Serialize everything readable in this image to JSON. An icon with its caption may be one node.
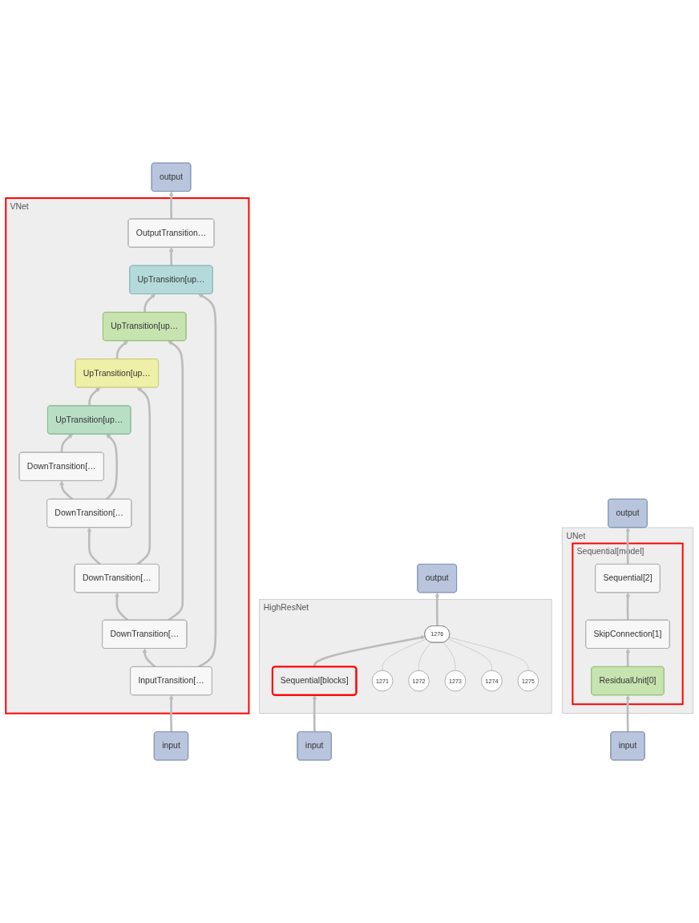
{
  "diagram": {
    "nodes": [
      {
        "text": [
          "output"
        ]
      },
      {
        "text": [
          "UNet"
        ]
      },
      {
        "text": [
          "Sequential[model]"
        ],
        "in": 1
      },
      {
        "text": [
          "Sequential[2]"
        ],
        "in": 2
      },
      {
        "text": [
          "SkipConnection[1]"
        ],
        "in": 2
      },
      {
        "text": [
          "ResidualUnit[0]"
        ],
        "in": 2
      },
      {
        "text": [
          "input"
        ]
      },
      {
        "text": [
          "output"
        ]
      },
      {
        "text": [
          "HighResNet"
        ]
      },
      {
        "text": [
          "1276"
        ],
        "in": 8
      },
      {
        "text": [
          "1271"
        ],
        "in": 8
      },
      {
        "text": [
          "1272"
        ],
        "in": 8
      },
      {
        "text": [
          "1273"
        ],
        "in": 8
      },
      {
        "text": [
          "1274"
        ],
        "in": 8
      },
      {
        "text": [
          "1275"
        ],
        "in": 8
      },
      {
        "text": [
          "Sequential[blocks]"
        ],
        "in": 8
      },
      {
        "text": [
          "input"
        ]
      },
      {
        "text": [
          "output"
        ]
      },
      {
        "text": [
          "VNet"
        ]
      },
      {
        "text": [
          "OutputTransition…"
        ],
        "in": 18
      },
      {
        "text": [
          "UpTransition[up…"
        ],
        "in": 18
      },
      {
        "text": [
          "UpTransition[up…"
        ],
        "in": 18
      },
      {
        "text": [
          "UpTransition[up…"
        ],
        "in": 18
      },
      {
        "text": [
          "UpTransition[up…"
        ],
        "in": 18
      },
      {
        "text": [
          "DownTransition[…"
        ],
        "in": 18
      },
      {
        "text": [
          "DownTransition[…"
        ],
        "in": 18
      },
      {
        "text": [
          "DownTransition[…"
        ],
        "in": 18
      },
      {
        "text": [
          "DownTransition[…"
        ],
        "in": 18
      },
      {
        "text": [
          "InputTransition[…"
        ],
        "in": 18
      },
      {
        "text": [
          "input"
        ]
      }
    ],
    "edges": [
      {
        "from": 6,
        "to": 5,
        "arrow": "to"
      },
      {
        "from": 5,
        "to": 4,
        "arrow": "to"
      },
      {
        "from": 4,
        "to": 3,
        "arrow": "to"
      },
      {
        "from": 3,
        "to": 0,
        "arrow": "to"
      },
      {
        "from": 16,
        "to": 15,
        "arrow": "to"
      },
      {
        "from": 15,
        "to": 9,
        "arrow": "to"
      },
      {
        "from": 10,
        "to": 9,
        "arrow": "none"
      },
      {
        "from": 11,
        "to": 9,
        "arrow": "none"
      },
      {
        "from": 12,
        "to": 9,
        "arrow": "none"
      },
      {
        "from": 13,
        "to": 9,
        "arrow": "none"
      },
      {
        "from": 14,
        "to": 9,
        "arrow": "none"
      },
      {
        "from": 9,
        "to": 7,
        "arrow": "to"
      },
      {
        "from": 29,
        "to": 28,
        "arrow": "to"
      },
      {
        "from": 28,
        "to": 27,
        "arrow": "to"
      },
      {
        "from": 27,
        "to": 26,
        "arrow": "to"
      },
      {
        "from": 26,
        "to": 25,
        "arrow": "to"
      },
      {
        "from": 25,
        "to": 24,
        "arrow": "to"
      },
      {
        "from": 24,
        "to": 23,
        "arrow": "to"
      },
      {
        "from": 25,
        "to": 23,
        "arrow": "to"
      },
      {
        "from": 23,
        "to": 22,
        "arrow": "to"
      },
      {
        "from": 26,
        "to": 22,
        "arrow": "to"
      },
      {
        "from": 22,
        "to": 21,
        "arrow": "to"
      },
      {
        "from": 27,
        "to": 21,
        "arrow": "to"
      },
      {
        "from": 21,
        "to": 20,
        "arrow": "to"
      },
      {
        "from": 28,
        "to": 20,
        "arrow": "to"
      },
      {
        "from": 20,
        "to": 19,
        "arrow": "to"
      },
      {
        "from": 19,
        "to": 17,
        "arrow": "to"
      }
    ]
  }
}
